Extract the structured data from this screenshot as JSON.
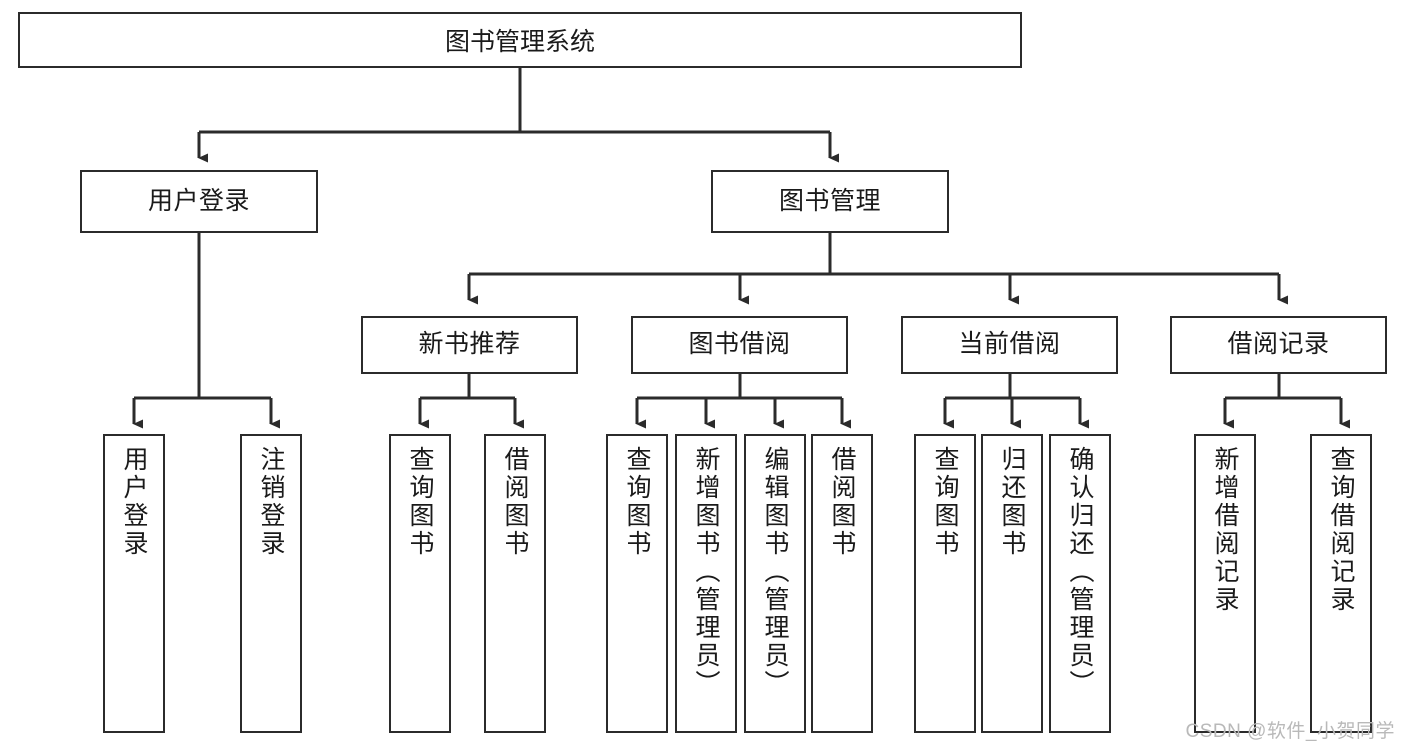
{
  "diagram": {
    "title": "图书管理系统",
    "type": "hierarchy-tree",
    "watermark": "CSDN @软件_小贺同学",
    "colors": {
      "box_border": "#2b2b2b",
      "box_fill": "#ffffff",
      "text": "#1a1a1a",
      "edge": "#2b2b2b",
      "watermark": "#b9b9b9",
      "background": "#ffffff"
    },
    "levels": {
      "root": {
        "label": "图书管理系统"
      },
      "level2": [
        {
          "label": "用户登录"
        },
        {
          "label": "图书管理"
        }
      ],
      "level3": [
        {
          "label": "新书推荐"
        },
        {
          "label": "图书借阅"
        },
        {
          "label": "当前借阅"
        },
        {
          "label": "借阅记录"
        }
      ],
      "leaves": {
        "user_login": [
          {
            "label": "用户登录"
          },
          {
            "label": "注销登录"
          }
        ],
        "new_book_recommend": [
          {
            "label": "查询图书"
          },
          {
            "label": "借阅图书"
          }
        ],
        "book_borrow": [
          {
            "label": "查询图书"
          },
          {
            "label": "新增图书（管理员）"
          },
          {
            "label": "编辑图书（管理员）"
          },
          {
            "label": "借阅图书"
          }
        ],
        "current_borrow": [
          {
            "label": "查询图书"
          },
          {
            "label": "归还图书"
          },
          {
            "label": "确认归还（管理员）"
          }
        ],
        "borrow_record": [
          {
            "label": "新增借阅记录"
          },
          {
            "label": "查询借阅记录"
          }
        ]
      }
    }
  }
}
